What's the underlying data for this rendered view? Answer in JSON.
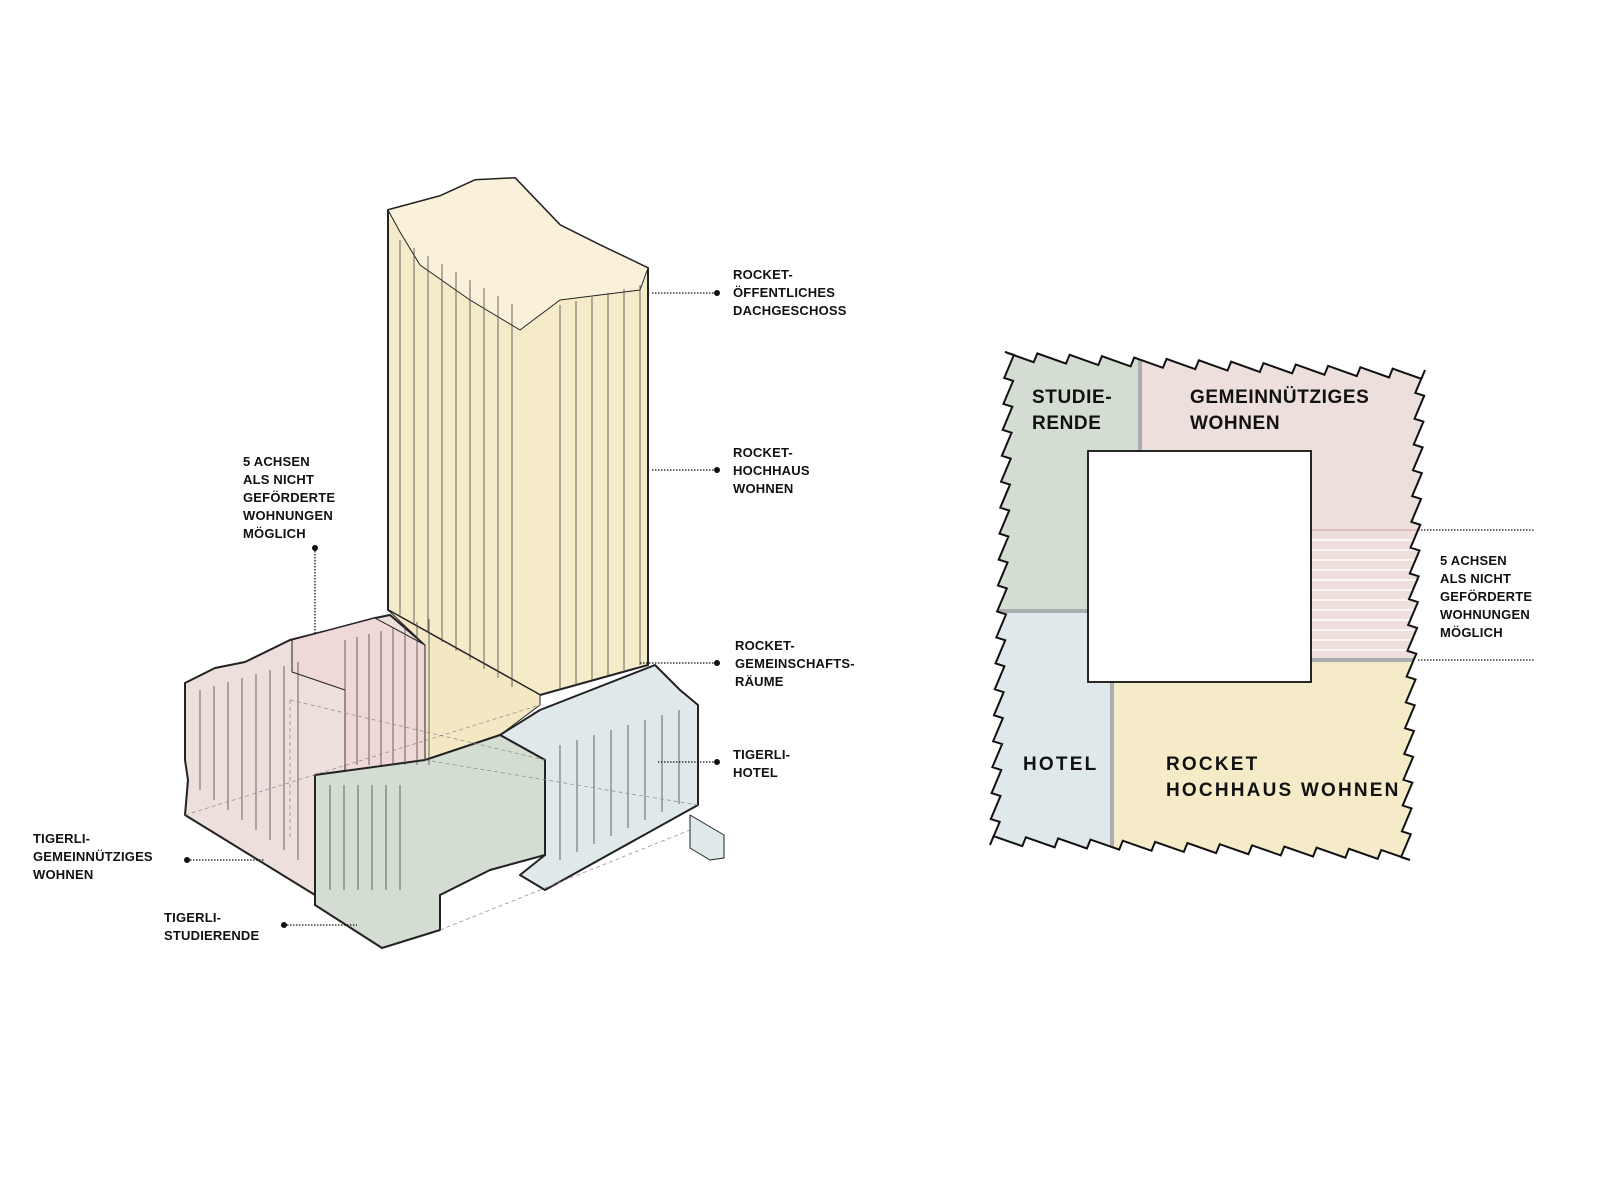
{
  "axonometric": {
    "labels": {
      "roof": [
        "ROCKET-",
        "ÖFFENTLICHES",
        "DACHGESCHOSS"
      ],
      "tower": [
        "ROCKET-",
        "HOCHHAUS",
        "WOHNEN"
      ],
      "community": [
        "ROCKET-",
        "GEMEINSCHAFTS-",
        "RÄUME"
      ],
      "hotel": [
        "TIGERLI-",
        "HOTEL"
      ],
      "gemeinnuetzig": [
        "TIGERLI-",
        "GEMEINNÜTZIGES",
        "WOHNEN"
      ],
      "studierende": [
        "TIGERLI-",
        "STUDIERENDE"
      ],
      "achsen": [
        "5 ACHSEN",
        "ALS NICHT",
        "GEFÖRDERTE",
        "WOHNUNGEN",
        "MÖGLICH"
      ]
    }
  },
  "plan": {
    "zones": {
      "studierende": [
        "STUDIE-",
        "RENDE"
      ],
      "gemeinnuetzig": [
        "GEMEINNÜTZIGES",
        "WOHNEN"
      ],
      "hotel": [
        "HOTEL"
      ],
      "rocket": [
        "ROCKET",
        "HOCHHAUS WOHNEN"
      ]
    },
    "achsen_note": [
      "5 ACHSEN",
      "ALS NICHT",
      "GEFÖRDERTE",
      "WOHNUNGEN",
      "MÖGLICH"
    ]
  },
  "colors": {
    "yellow": "#f5ebc9",
    "pink": "#ecdfdc",
    "green": "#d4ddd2",
    "blue": "#dfe8ea",
    "divider": "#a9adb0"
  }
}
